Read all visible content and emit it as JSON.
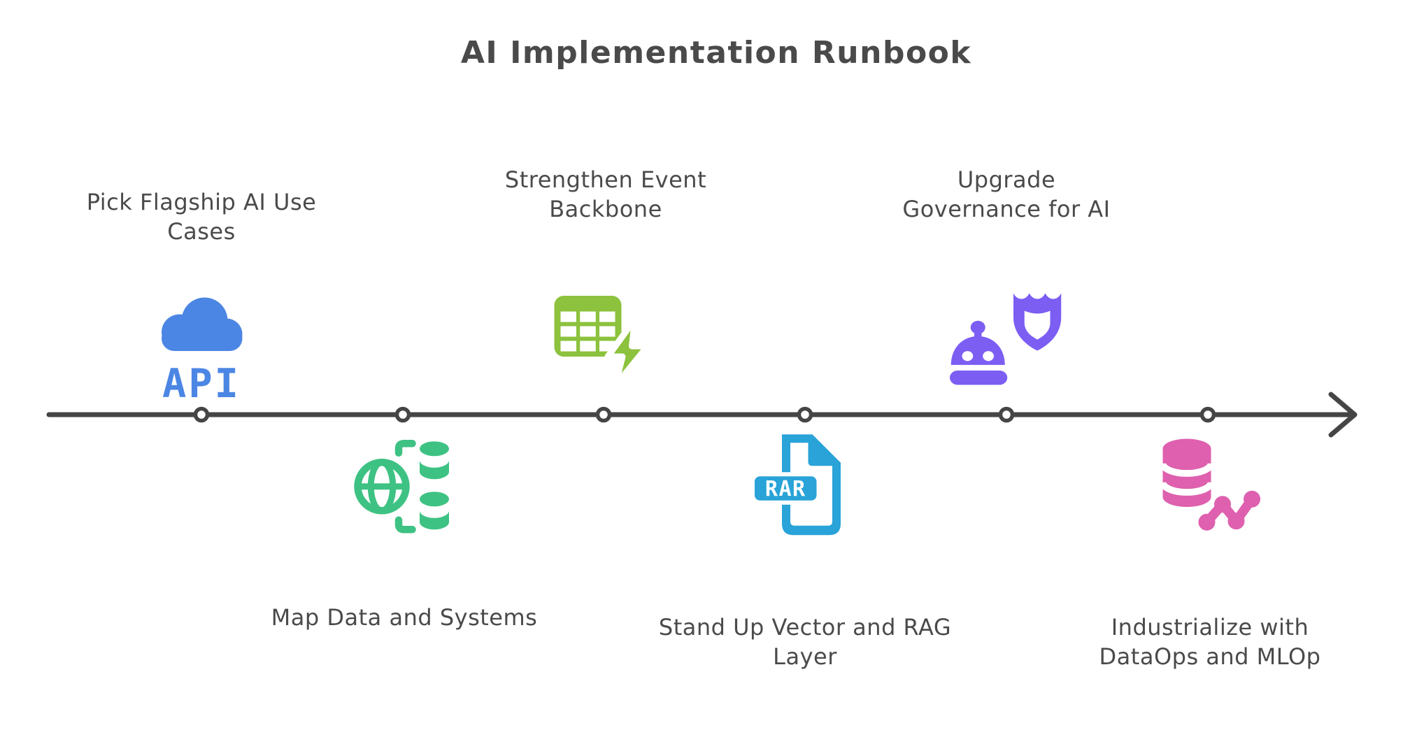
{
  "page": {
    "title": "AI Implementation Runbook",
    "background": "#ffffff",
    "text_color": "#4a4a4a",
    "timeline_color": "#454545",
    "node_count": 6
  },
  "milestones": [
    {
      "label": "Pick Flagship AI Use Cases",
      "side": "above",
      "icon": "cloud-api-icon",
      "color": "#4C86E4",
      "icon_text": "API"
    },
    {
      "label": "Map Data and Systems",
      "side": "below",
      "icon": "globe-databases-icon",
      "color": "#3EC283"
    },
    {
      "label": "Strengthen Event Backbone",
      "side": "above",
      "icon": "table-lightning-icon",
      "color": "#8CC23D"
    },
    {
      "label": "Stand Up Vector and RAG Layer",
      "side": "below",
      "icon": "rar-file-icon",
      "color": "#29A3D8",
      "icon_text": "RAR"
    },
    {
      "label": "Upgrade Governance for AI",
      "side": "above",
      "icon": "robot-shield-icon",
      "color": "#7C5EF3"
    },
    {
      "label": "Industrialize with DataOps and MLOp",
      "side": "below",
      "icon": "database-analytics-icon",
      "color": "#DE60AE"
    }
  ]
}
